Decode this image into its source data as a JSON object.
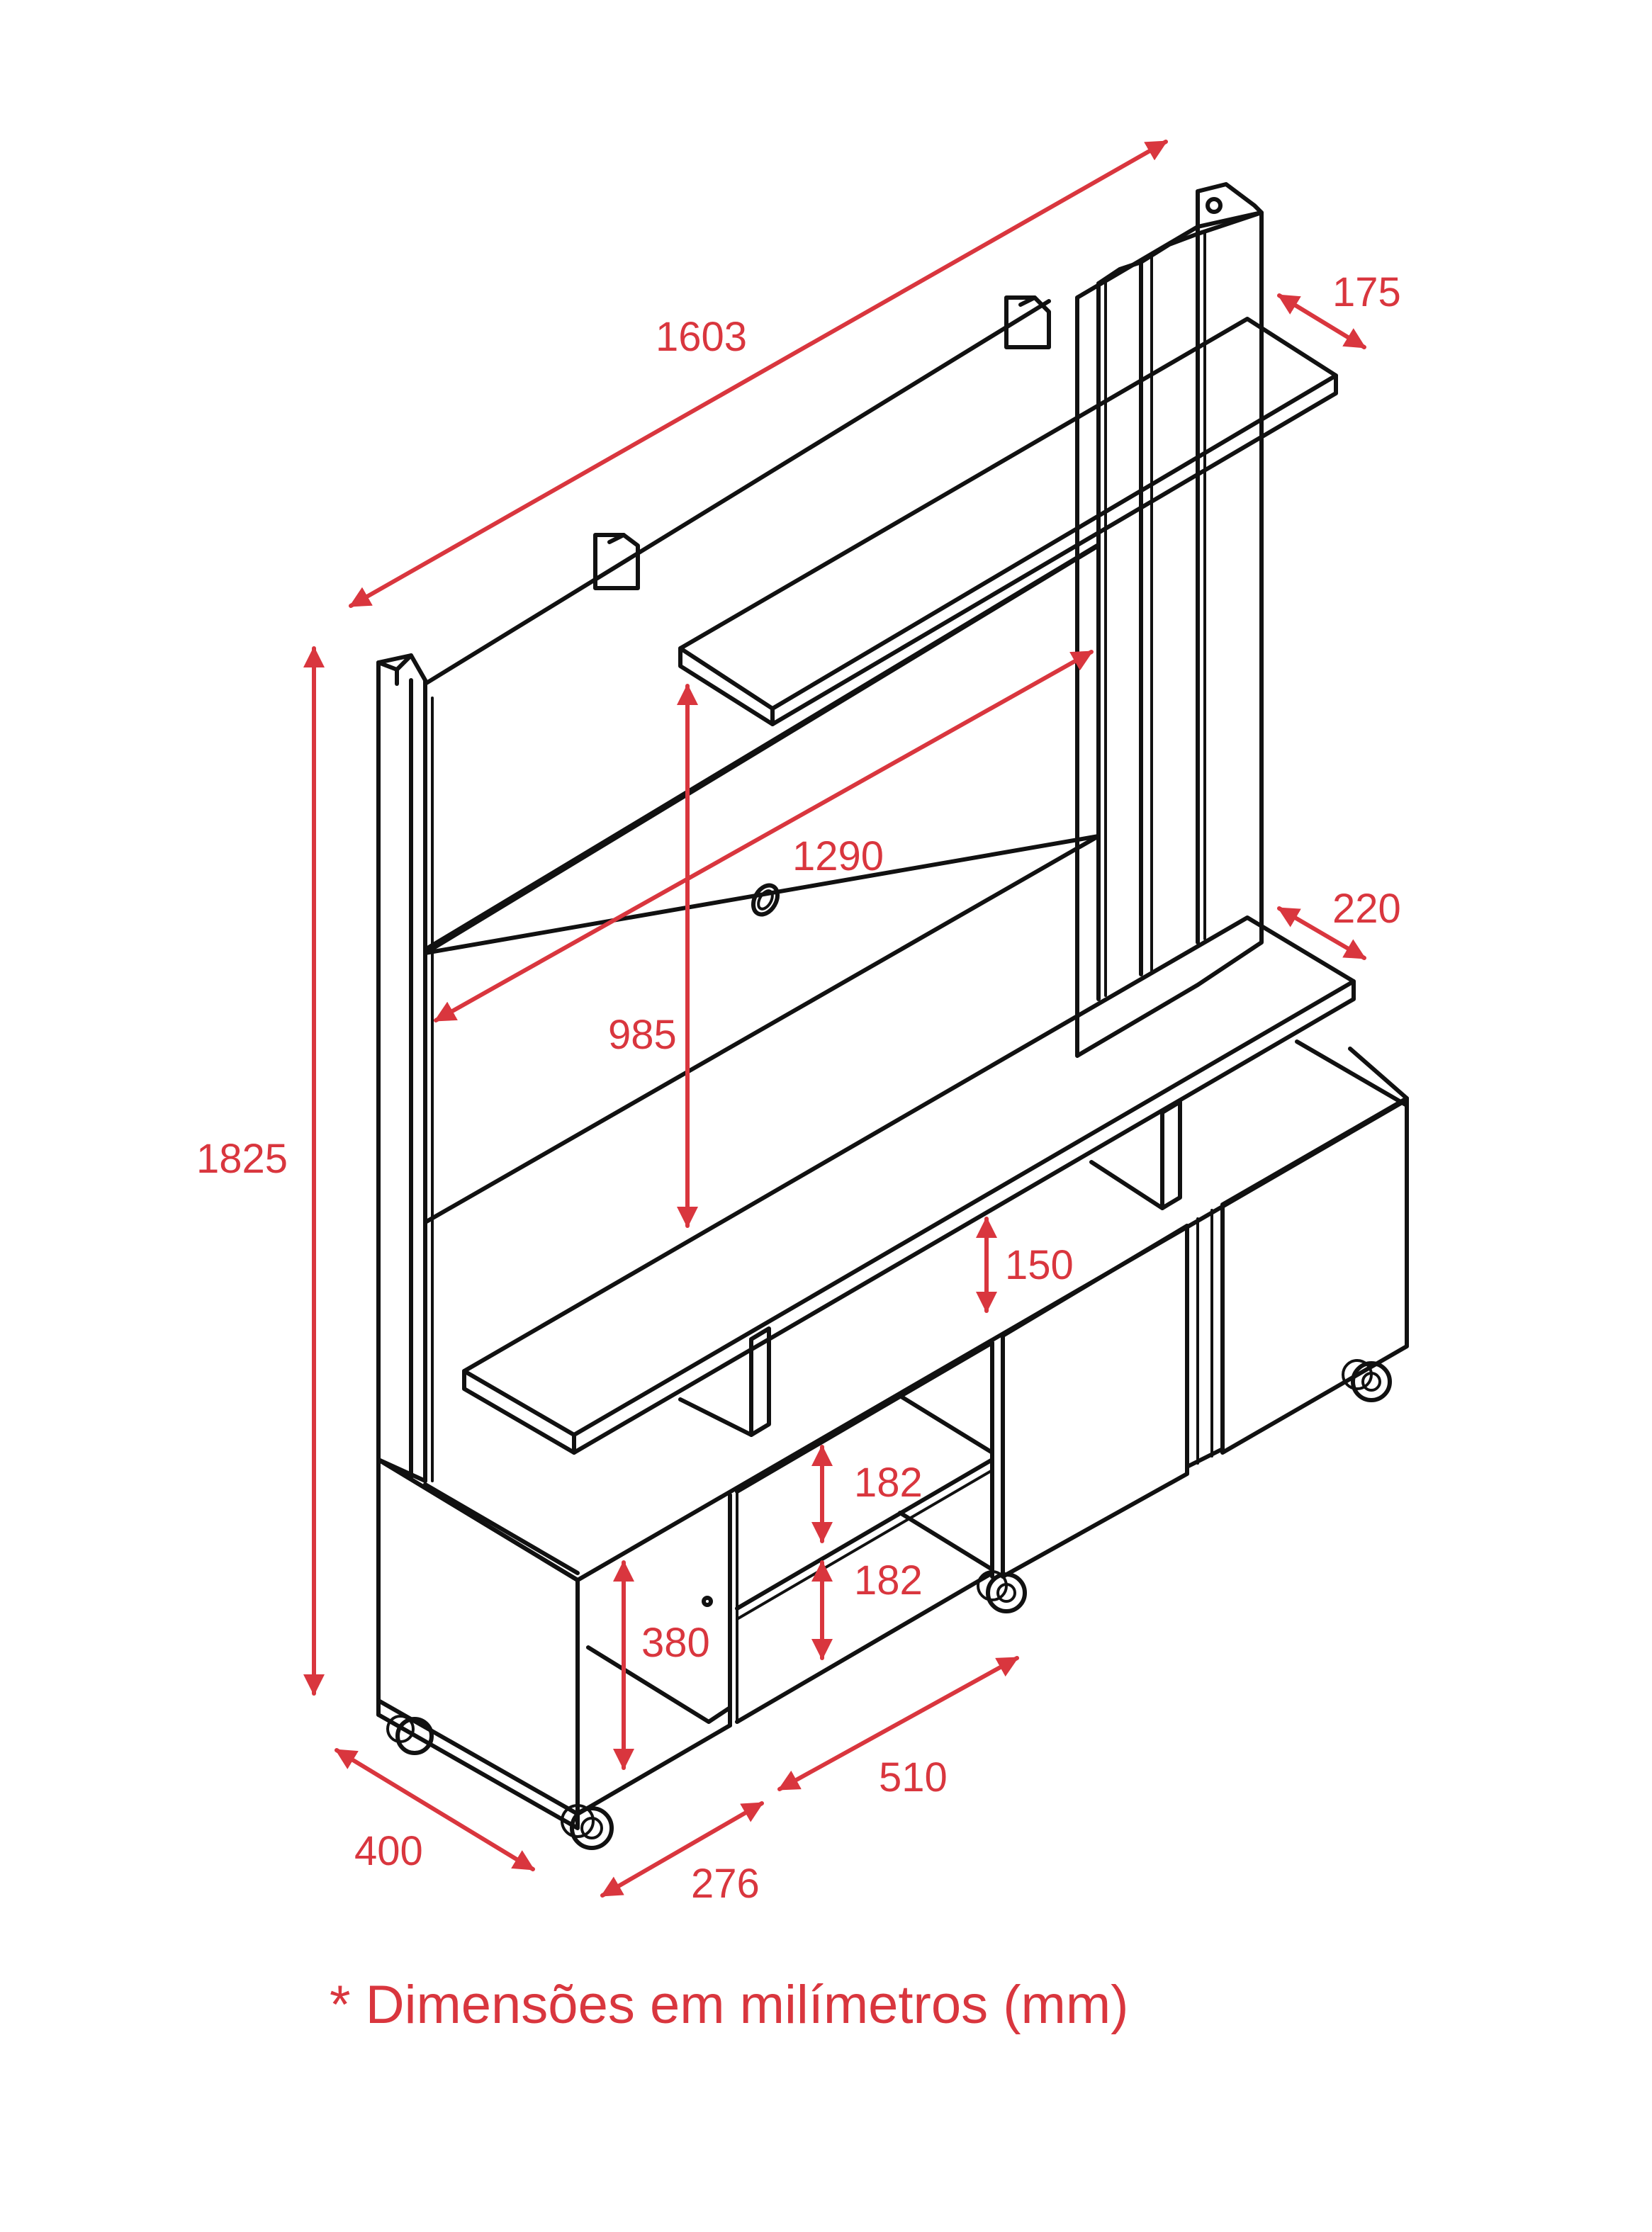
{
  "colors": {
    "accent": "#d9363e",
    "outline": "#111111",
    "background": "#ffffff"
  },
  "dimensions": {
    "width_total": "1603",
    "height_total": "1825",
    "top_shelf_depth": "175",
    "tv_width": "1290",
    "tv_height": "985",
    "lower_shelf_depth": "220",
    "gap_above_rack": "150",
    "niche_upper": "182",
    "niche_lower": "182",
    "rack_height": "380",
    "rack_depth": "400",
    "side_module_width": "276",
    "door_width": "510"
  },
  "note": "* Dimensões em milímetros (mm)"
}
